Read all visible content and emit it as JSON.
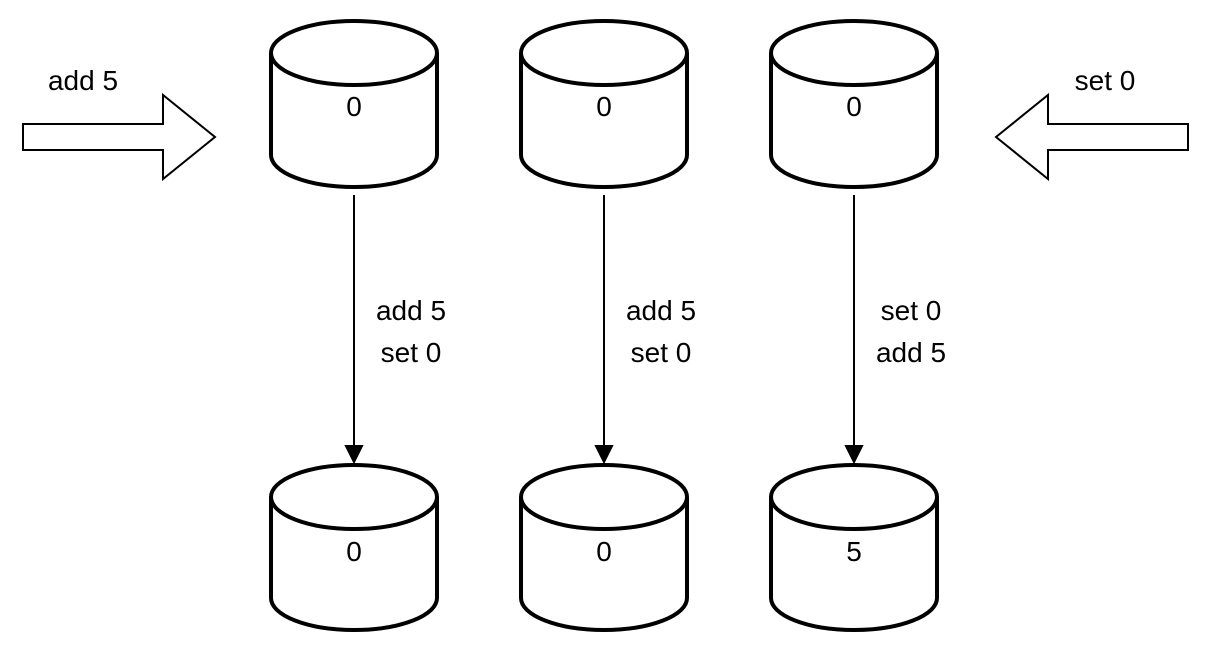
{
  "inputs": {
    "left": "add 5",
    "right": "set 0"
  },
  "top_values": [
    "0",
    "0",
    "0"
  ],
  "bottom_values": [
    "0",
    "0",
    "5"
  ],
  "edges": [
    {
      "line1": "add 5",
      "line2": "set 0"
    },
    {
      "line1": "add 5",
      "line2": "set 0"
    },
    {
      "line1": "set 0",
      "line2": "add 5"
    }
  ]
}
